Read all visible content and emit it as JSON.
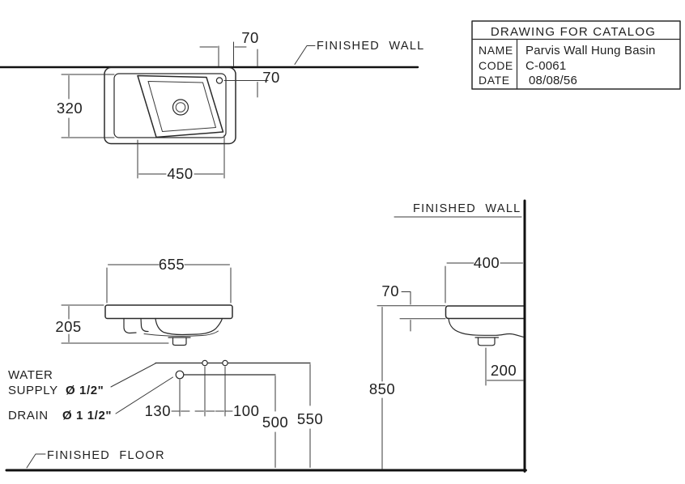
{
  "drawing": {
    "title_block": {
      "title": "DRAWING FOR CATALOG",
      "rows": [
        {
          "label": "NAME",
          "value": "Parvis Wall Hung Basin"
        },
        {
          "label": "CODE",
          "value": "C-0061"
        },
        {
          "label": "DATE",
          "value": "08/08/56"
        }
      ]
    },
    "labels": {
      "finished_wall": "FINISHED WALL",
      "finished_floor": "FINISHED FLOOR",
      "water_line1": "WATER",
      "water_line2": "SUPPLY",
      "water_size": "Ø 1/2\"",
      "drain": "DRAIN",
      "drain_size": "Ø 1 1/2\""
    },
    "dimensions_mm": {
      "plan_hole_to_edge": "70",
      "plan_wall_to_hole": "70",
      "plan_depth": "320",
      "plan_bowl_width": "450",
      "front_width": "655",
      "front_height": "205",
      "side_depth": "400",
      "side_rim_thickness": "70",
      "side_mount_height": "850",
      "side_drain_to_wall": "200",
      "drain_to_supply": "130",
      "supply_spacing": "100",
      "drain_height": "500",
      "supply_height": "550"
    },
    "colors": {
      "line": "#2a2a2a",
      "thick_line": "#111111",
      "text": "#1f1f1f",
      "background": "#ffffff"
    }
  }
}
